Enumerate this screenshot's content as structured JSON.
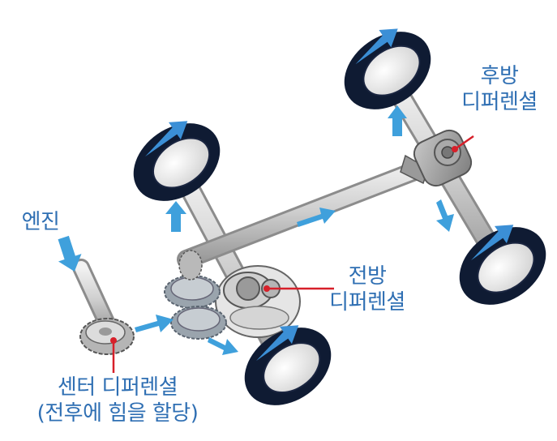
{
  "labels": {
    "engine": "엔진",
    "rear_diff_line1": "후방",
    "rear_diff_line2": "디퍼렌셜",
    "front_diff_line1": "전방",
    "front_diff_line2": "디퍼렌셜",
    "center_diff_line1": "센터 디퍼렌셜",
    "center_diff_line2": "(전후에 힘을 할당)"
  },
  "colors": {
    "label_text": "#2f6fb3",
    "flow_arrow": "#3fa0dc",
    "tire": "#0f1b33",
    "tire_arrow": "#3b8fd6",
    "pointer": "#d7202a"
  }
}
